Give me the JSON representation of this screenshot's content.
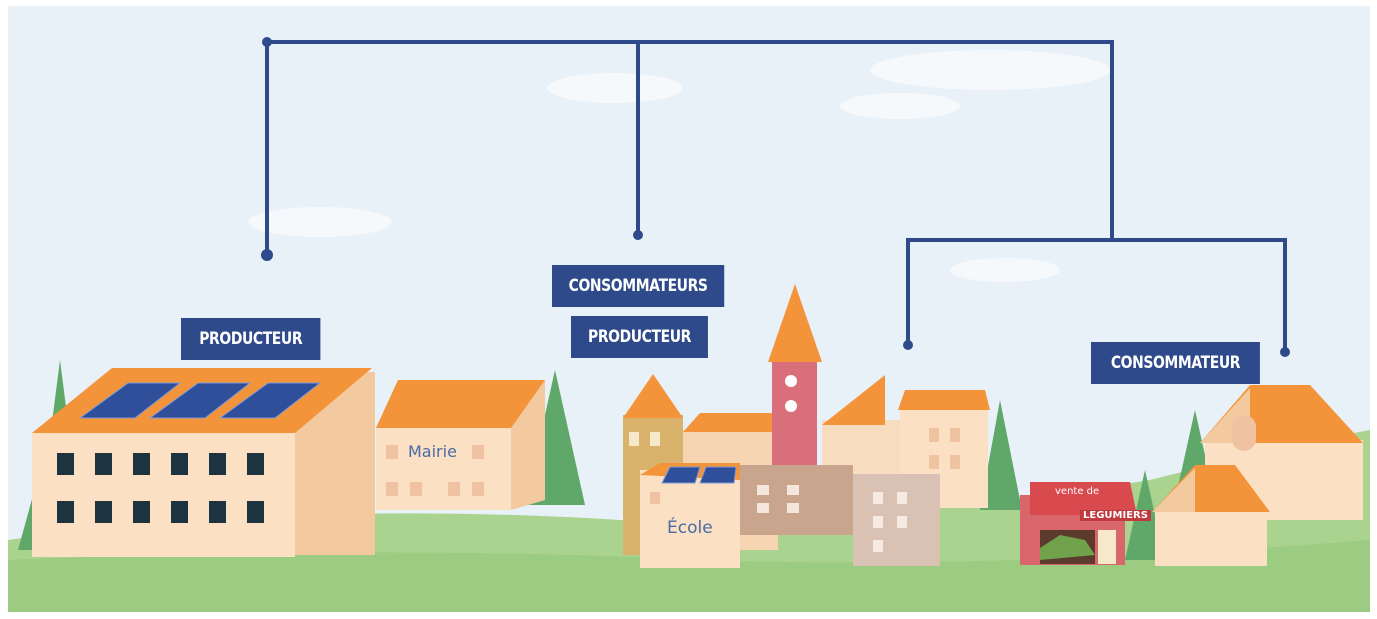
{
  "labels": {
    "producteur_left": "PRODUCTEUR",
    "consommateurs": "CONSOMMATEURS",
    "producteur_center": "PRODUCTEUR",
    "consommateur_right": "CONSOMMATEUR"
  },
  "buildings": {
    "mairie": "Mairie",
    "ecole": "École",
    "shop_sign_top": "vente de",
    "shop_sign_bottom": "LEGUMIERS"
  },
  "colors": {
    "sky": "#e8f0f8",
    "grass": "#a9d38f",
    "network_line": "#2e4a8a",
    "roof": "#f4943a",
    "wall": "#fbe0c4",
    "label_bg": "#2e4a8a"
  }
}
